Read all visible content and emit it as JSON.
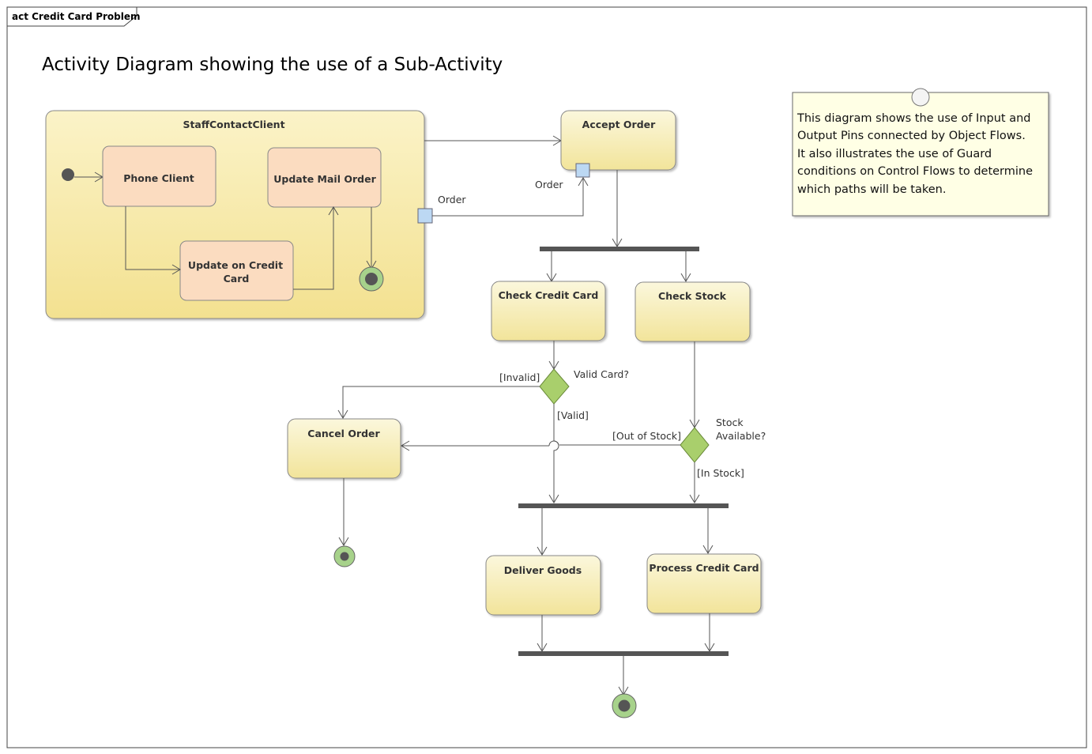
{
  "frame": {
    "tab_label": "act Credit Card Problem"
  },
  "title": "Activity Diagram showing the use of a Sub-Activity",
  "colors": {
    "action_top": "#fbf7dc",
    "action_bottom": "#f2e49a",
    "subaction_fill": "#fbdcc0",
    "decision_fill": "#a9cf6c",
    "final_fill": "#a7d28b",
    "pin_fill": "#bcd8f3",
    "note_fill": "#ffffe5",
    "bar_color": "#555555"
  },
  "subactivity": {
    "label": "StaffContactClient",
    "actions": {
      "phone_client": "Phone Client",
      "update_mail_order": "Update Mail Order",
      "update_credit_card_line1": "Update on Credit",
      "update_credit_card_line2": "Card"
    },
    "output_pin_label": "Order"
  },
  "actions": {
    "accept_order": "Accept Order",
    "accept_order_pin_label": "Order",
    "check_credit_card": "Check Credit Card",
    "check_stock": "Check Stock",
    "cancel_order": "Cancel Order",
    "deliver_goods": "Deliver Goods",
    "process_credit_card": "Process Credit Card"
  },
  "decisions": {
    "valid_card": "Valid Card?",
    "stock_available_line1": "Stock",
    "stock_available_line2": "Available?"
  },
  "guards": {
    "invalid": "[Invalid]",
    "valid": "[Valid]",
    "out_of_stock": "[Out of Stock]",
    "in_stock": "[In Stock]"
  },
  "note": {
    "lines": [
      "This diagram shows the use of Input and",
      "Output Pins connected by Object Flows.",
      "It also illustrates the use of Guard",
      "conditions on Control Flows to determine",
      "which paths will be taken."
    ]
  }
}
